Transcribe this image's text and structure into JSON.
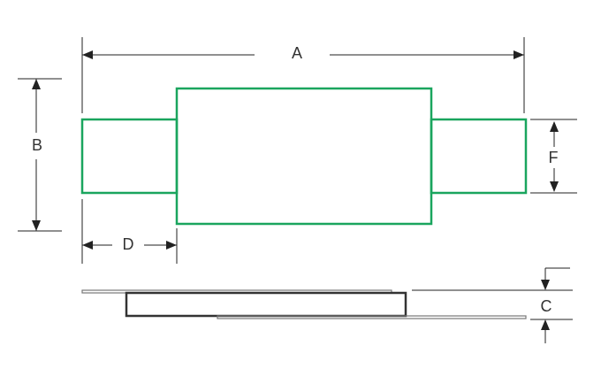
{
  "colors": {
    "outline": "#1aa55e",
    "dimension": "#222222",
    "side_view": "#333333",
    "side_plate": "#777777"
  },
  "labels": {
    "A": "A",
    "B": "B",
    "C": "C",
    "D": "D",
    "F": "F"
  }
}
